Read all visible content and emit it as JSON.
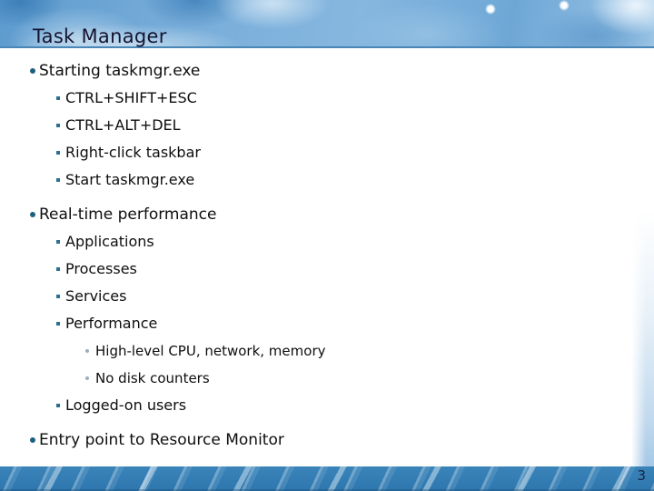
{
  "slide": {
    "header": {
      "title": "Task Manager"
    },
    "bullets": [
      {
        "level": 1,
        "text": "Starting taskmgr.exe"
      },
      {
        "level": 2,
        "text": "CTRL+SHIFT+ESC"
      },
      {
        "level": 2,
        "text": "CTRL+ALT+DEL"
      },
      {
        "level": 2,
        "text": "Right-click taskbar"
      },
      {
        "level": 2,
        "text": "Start taskmgr.exe"
      },
      {
        "level": 1,
        "text": "Real-time performance"
      },
      {
        "level": 2,
        "text": "Applications"
      },
      {
        "level": 2,
        "text": "Processes"
      },
      {
        "level": 2,
        "text": "Services"
      },
      {
        "level": 2,
        "text": "Performance"
      },
      {
        "level": 3,
        "text": "High-level CPU, network, memory"
      },
      {
        "level": 3,
        "text": "No disk counters"
      },
      {
        "level": 2,
        "text": "Logged-on users"
      },
      {
        "level": 1,
        "text": "Entry point to Resource Monitor"
      }
    ],
    "footer": {
      "page_number": "3"
    },
    "colors": {
      "title_text": "#141430",
      "body_text": "#0e0e10",
      "level1_bullet": "#1d5f80",
      "level2_bullet": "#2b7094",
      "level3_bullet": "#9ab0bd",
      "footer_band": "#2d77ae",
      "header_blue": "#79aeda"
    }
  }
}
